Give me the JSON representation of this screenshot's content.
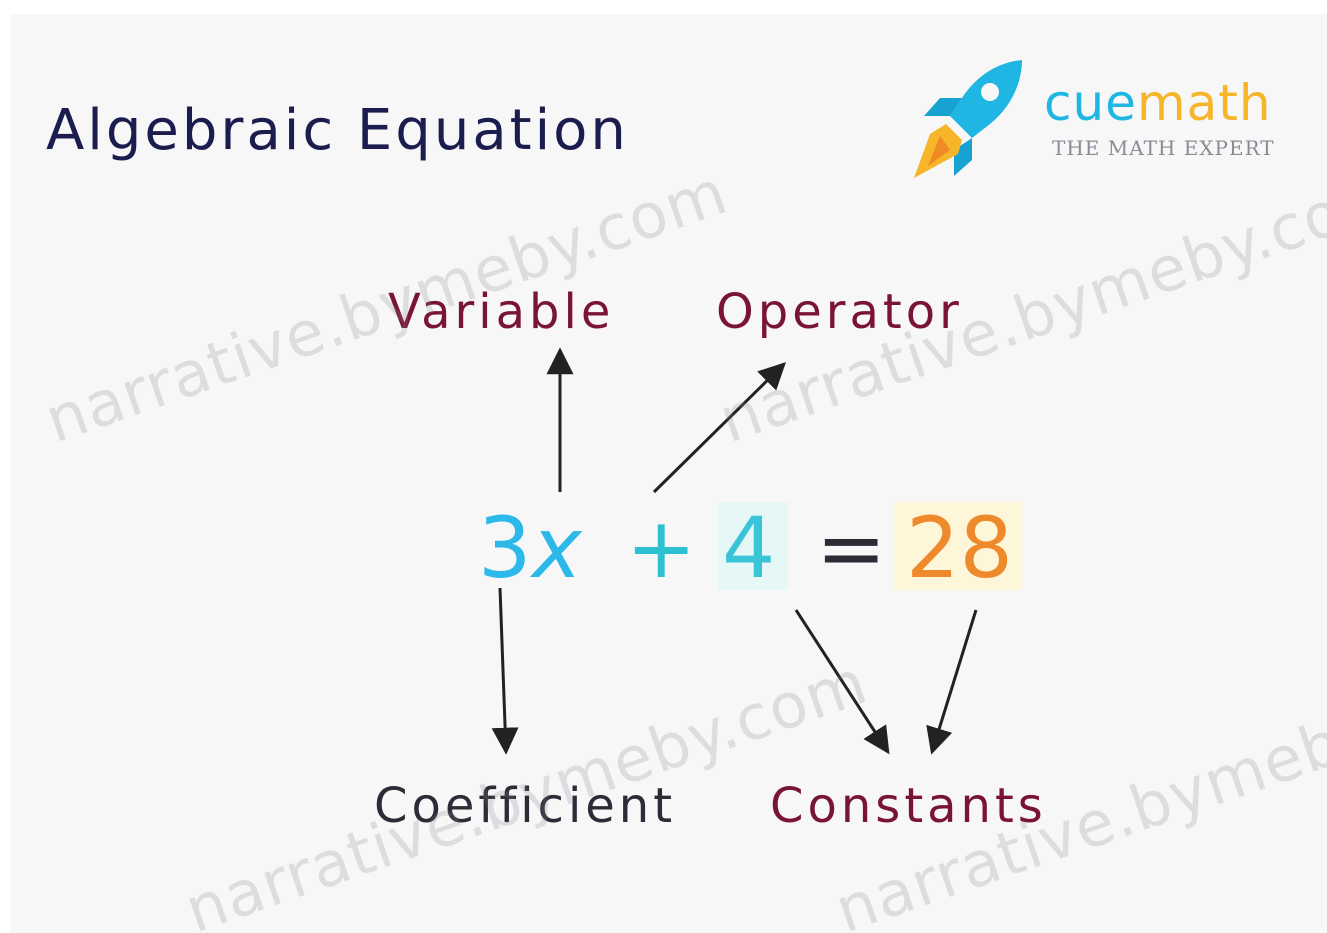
{
  "title": "Algebraic Equation",
  "logo": {
    "brand_part1": "cue",
    "brand_part2": "math",
    "tagline": "THE MATH EXPERT",
    "icon": "rocket-icon"
  },
  "equation": {
    "coefficient": "3",
    "variable": "x",
    "operator": "+",
    "constant": "4",
    "equals": "=",
    "result": "28"
  },
  "labels": {
    "variable": "Variable",
    "operator": "Operator",
    "coefficient": "Coefficient",
    "constants": "Constants"
  },
  "watermark": "narrative.bymeby.com",
  "colors": {
    "title": "#1c1d4f",
    "label": "#7a1434",
    "label_highlight": "#fde2e8",
    "coefficient_variable": "#2cb8e8",
    "constant": "#3ac4d8",
    "result": "#ee8a2c",
    "brand_cue": "#1fb6e4",
    "brand_math": "#f7b529"
  }
}
